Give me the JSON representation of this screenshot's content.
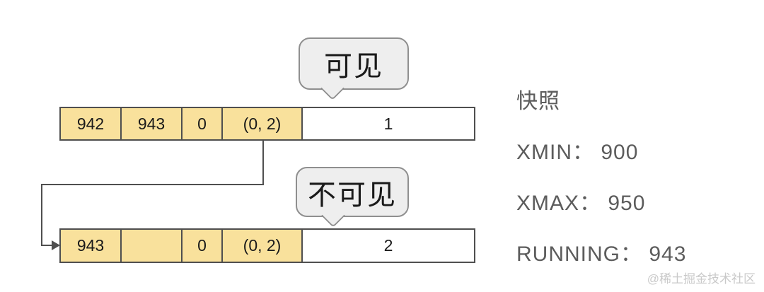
{
  "colors": {
    "background": "#FFFFFF",
    "cell_fill": "#F9E19C",
    "cell_border": "#4F4F4F",
    "cell_text": "#1A1A1A",
    "bubble_fill": "#EEEEEE",
    "bubble_border": "#8F8F8F",
    "bubble_text": "#1A1A1A",
    "snapshot_text": "#5C5C5C",
    "connector": "#4F4F4F",
    "watermark_text": "#C9C9C9"
  },
  "bubbles": [
    {
      "label": "可见"
    },
    {
      "label": "不可见"
    }
  ],
  "rows": [
    {
      "cells": [
        "942",
        "943",
        "0",
        "(0, 2)"
      ],
      "value": "1"
    },
    {
      "cells": [
        "943",
        "",
        "0",
        "(0, 2)"
      ],
      "value": "2"
    }
  ],
  "snapshot": {
    "title": "快照",
    "lines": [
      "XMIN： 900",
      "XMAX： 950",
      "RUNNING： 943"
    ]
  },
  "watermark": "@稀土掘金技术社区"
}
